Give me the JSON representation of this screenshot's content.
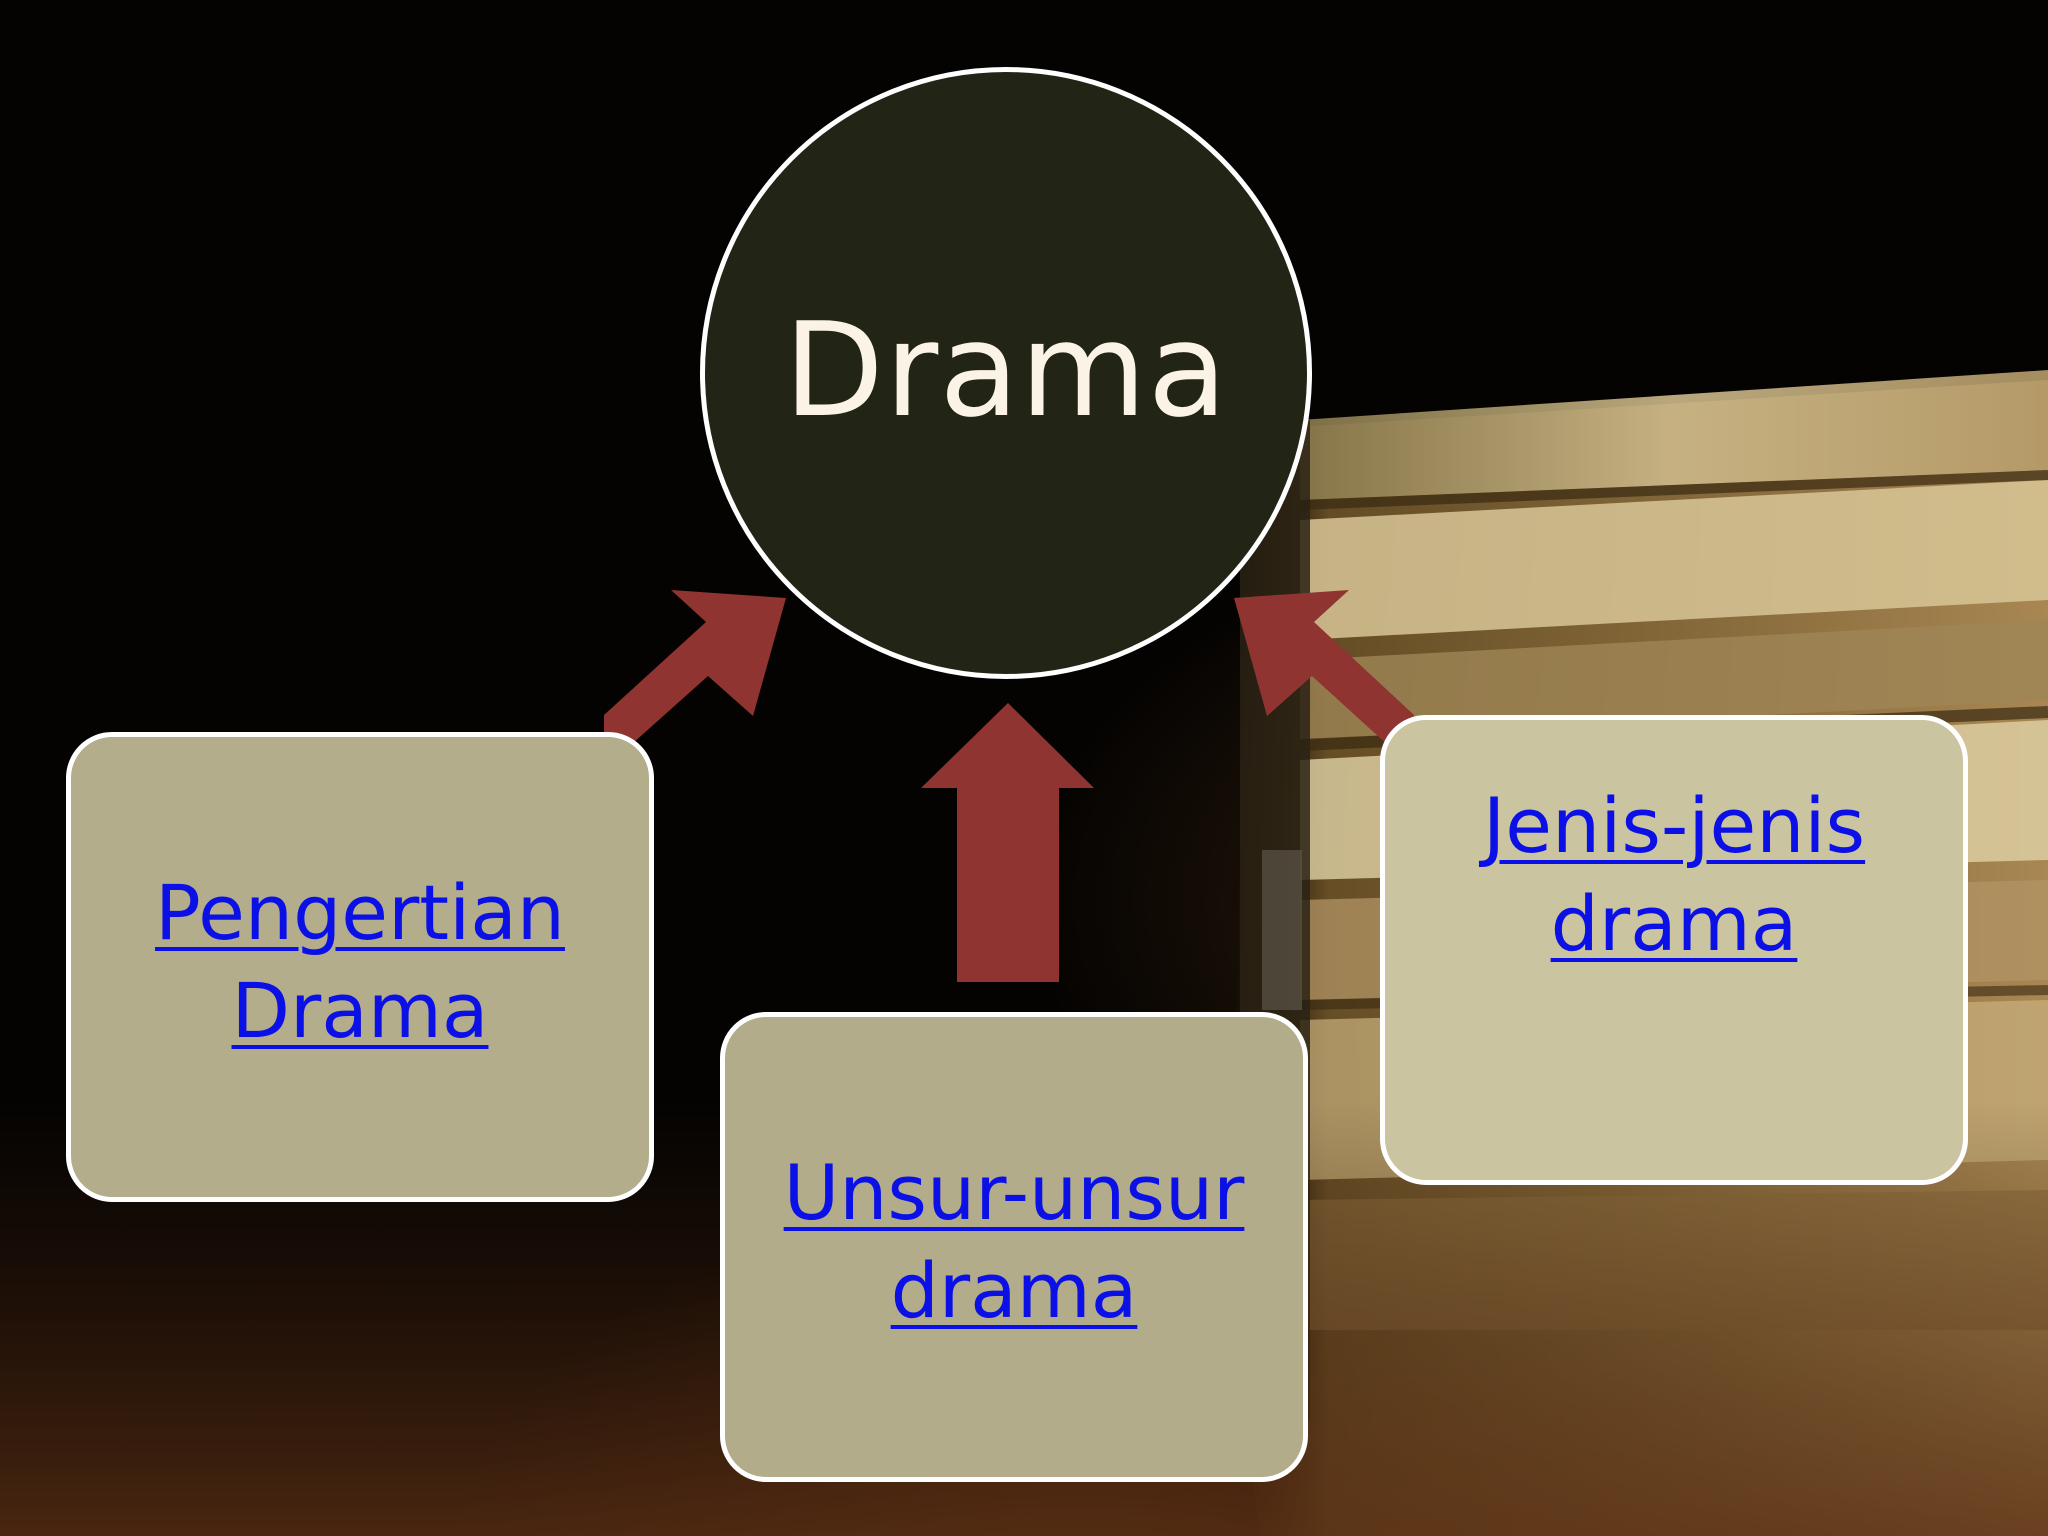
{
  "center": {
    "title": "Drama"
  },
  "topics": {
    "left": {
      "line1": "Pengertian",
      "line2": "Drama"
    },
    "middle": {
      "line1": "Unsur-unsur",
      "line2": "drama"
    },
    "right": {
      "line1": "Jenis-jenis",
      "line2": "drama"
    }
  },
  "colors": {
    "circle_fill": "#222516",
    "circle_text": "#fbf3e6",
    "box_fill": "#b3ad8b",
    "link_text": "#0a10e6",
    "arrow_fill": "#8f3431",
    "border": "#ffffff"
  }
}
